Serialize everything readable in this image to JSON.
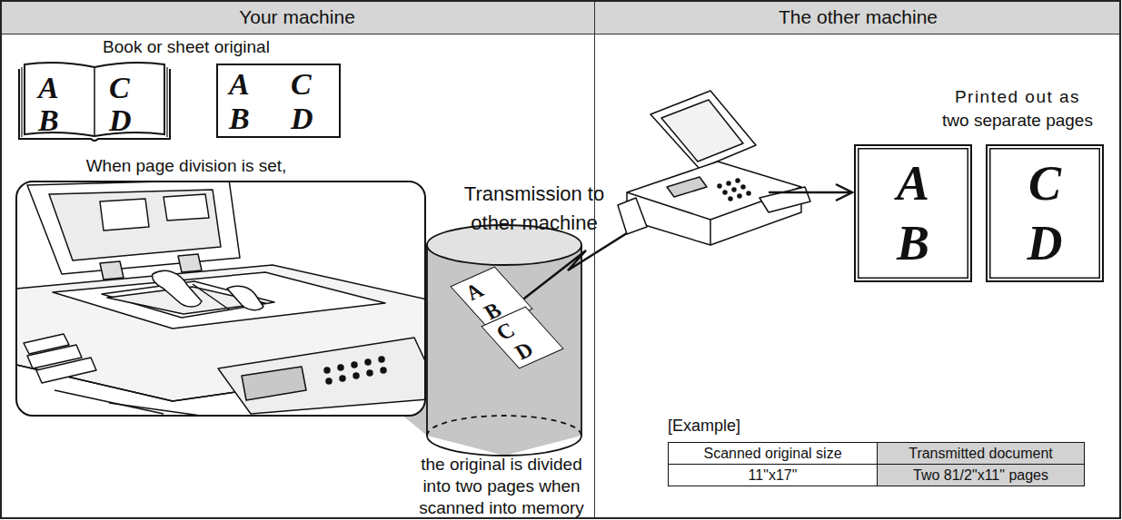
{
  "diagram": {
    "nodes": [
      {
        "text": [
          "Your machine"
        ]
      },
      {
        "text": [
          "A",
          "C",
          "B",
          "D"
        ],
        "in": 0
      },
      {
        "text": [
          "A",
          "C",
          "B",
          "D"
        ],
        "in": 0
      },
      {
        "text": [
          "A",
          "B"
        ],
        "in": 0
      },
      {
        "text": [
          "C",
          "D"
        ],
        "in": 0
      },
      {
        "text": [
          "The other machine"
        ]
      },
      {
        "text": [
          "A",
          "B"
        ],
        "in": 5
      },
      {
        "text": [
          "C",
          "D"
        ],
        "in": 5
      }
    ],
    "labels": [
      "Book or sheet original",
      "When page division is set,",
      "Transmission to other machine",
      "the original is divided into two pages when scanned into memory",
      "Printed out as two separate pages",
      "[Example]",
      "Scanned original size",
      "Transmitted document",
      "11\"x17\"",
      "Two 81/2\"x11\" pages"
    ]
  }
}
